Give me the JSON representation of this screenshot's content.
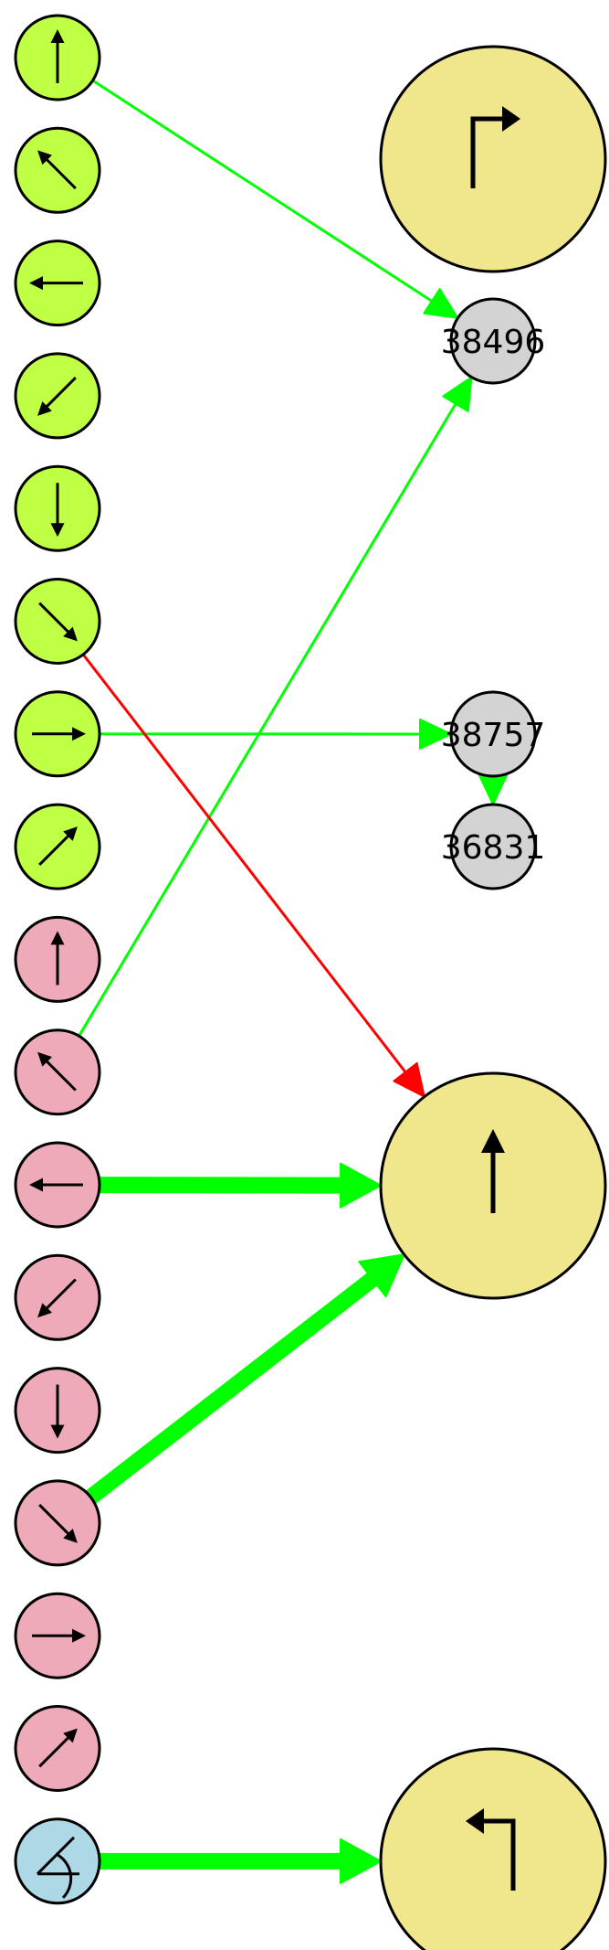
{
  "diagram": {
    "colors": {
      "green_node": "#bfff44",
      "pink_node": "#eeaab8",
      "blue_node": "#add8e6",
      "yellow_node": "#f0e68c",
      "gray_node": "#d3d3d3",
      "edge_green": "#00ff00",
      "edge_red": "#ff0000",
      "stroke": "#000000"
    },
    "left_nodes": [
      {
        "id": "g-up",
        "group": "green",
        "icon": "arrow-up-icon"
      },
      {
        "id": "g-upleft",
        "group": "green",
        "icon": "arrow-up-left-icon"
      },
      {
        "id": "g-left",
        "group": "green",
        "icon": "arrow-left-icon"
      },
      {
        "id": "g-downleft",
        "group": "green",
        "icon": "arrow-down-left-icon"
      },
      {
        "id": "g-down",
        "group": "green",
        "icon": "arrow-down-icon"
      },
      {
        "id": "g-downright",
        "group": "green",
        "icon": "arrow-down-right-icon"
      },
      {
        "id": "g-right",
        "group": "green",
        "icon": "arrow-right-icon"
      },
      {
        "id": "g-upright",
        "group": "green",
        "icon": "arrow-up-right-icon"
      },
      {
        "id": "p-up",
        "group": "pink",
        "icon": "arrow-up-icon"
      },
      {
        "id": "p-upleft",
        "group": "pink",
        "icon": "arrow-up-left-icon"
      },
      {
        "id": "p-left",
        "group": "pink",
        "icon": "arrow-left-icon"
      },
      {
        "id": "p-downleft",
        "group": "pink",
        "icon": "arrow-down-left-icon"
      },
      {
        "id": "p-down",
        "group": "pink",
        "icon": "arrow-down-icon"
      },
      {
        "id": "p-downright",
        "group": "pink",
        "icon": "arrow-down-right-icon"
      },
      {
        "id": "p-right",
        "group": "pink",
        "icon": "arrow-right-icon"
      },
      {
        "id": "p-upright",
        "group": "pink",
        "icon": "arrow-up-right-icon"
      },
      {
        "id": "b-angle",
        "group": "blue",
        "icon": "angle-icon"
      }
    ],
    "right_nodes": [
      {
        "id": "y-turnright",
        "kind": "large",
        "icon": "turn-right-icon"
      },
      {
        "id": "n38496",
        "kind": "small",
        "label": "38496"
      },
      {
        "id": "n38757",
        "kind": "small",
        "label": "38757"
      },
      {
        "id": "n36831",
        "kind": "small",
        "label": "36831"
      },
      {
        "id": "y-straight",
        "kind": "large",
        "icon": "straight-up-icon"
      },
      {
        "id": "y-turnleft",
        "kind": "large",
        "icon": "turn-left-icon"
      }
    ],
    "edges": [
      {
        "from": "g-up",
        "to": "n38496",
        "color": "green",
        "weight": "thin"
      },
      {
        "from": "p-upleft",
        "to": "n38496",
        "color": "green",
        "weight": "thin"
      },
      {
        "from": "g-right",
        "to": "n38757",
        "color": "green",
        "weight": "thin"
      },
      {
        "from": "n38757",
        "to": "n36831",
        "color": "green",
        "weight": "thin"
      },
      {
        "from": "g-downright",
        "to": "y-straight",
        "color": "red",
        "weight": "thin"
      },
      {
        "from": "p-left",
        "to": "y-straight",
        "color": "green",
        "weight": "thick"
      },
      {
        "from": "p-downright",
        "to": "y-straight",
        "color": "green",
        "weight": "thick"
      },
      {
        "from": "b-angle",
        "to": "y-turnleft",
        "color": "green",
        "weight": "thick"
      }
    ]
  }
}
